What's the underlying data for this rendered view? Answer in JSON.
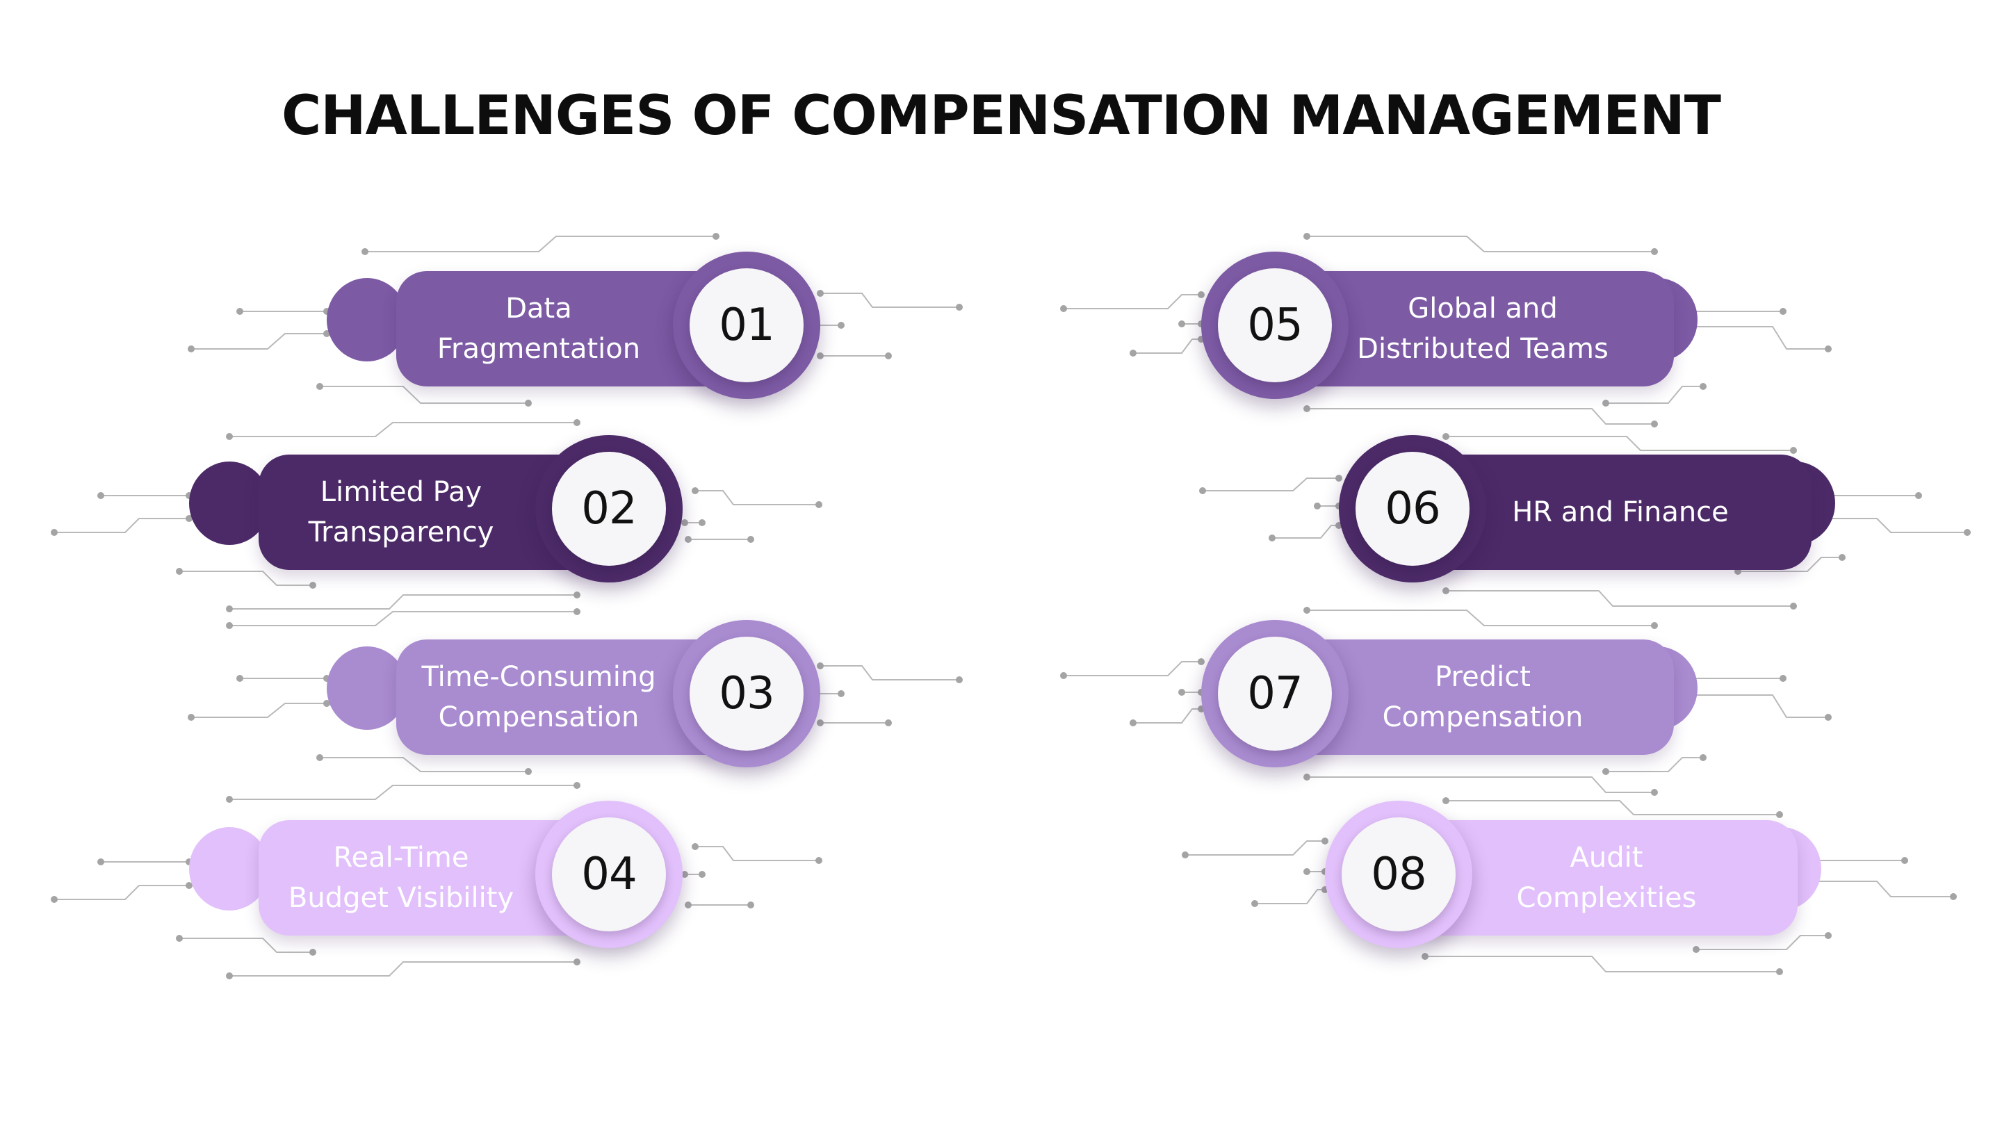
{
  "title": "CHALLENGES OF COMPENSATION MANAGEMENT",
  "colors": {
    "shade_1": "#7c5aa4",
    "shade_2": "#4b2a67",
    "shade_3": "#a98bd0",
    "shade_4": "#e2c0fb",
    "trace": "#b9b9b9"
  },
  "items": [
    {
      "number": "01",
      "line1": "Data",
      "line2": "Fragmentation",
      "shade": "shade_1"
    },
    {
      "number": "02",
      "line1": "Limited Pay",
      "line2": "Transparency",
      "shade": "shade_2"
    },
    {
      "number": "03",
      "line1": "Time-Consuming",
      "line2": "Compensation",
      "shade": "shade_3"
    },
    {
      "number": "04",
      "line1": "Real-Time",
      "line2": "Budget Visibility",
      "shade": "shade_4"
    },
    {
      "number": "05",
      "line1": "Global and",
      "line2": "Distributed Teams",
      "shade": "shade_1"
    },
    {
      "number": "06",
      "line1": "HR and Finance",
      "line2": "",
      "shade": "shade_2"
    },
    {
      "number": "07",
      "line1": "Predict",
      "line2": "Compensation",
      "shade": "shade_3"
    },
    {
      "number": "08",
      "line1": "Audit",
      "line2": "Complexities",
      "shade": "shade_4"
    }
  ]
}
